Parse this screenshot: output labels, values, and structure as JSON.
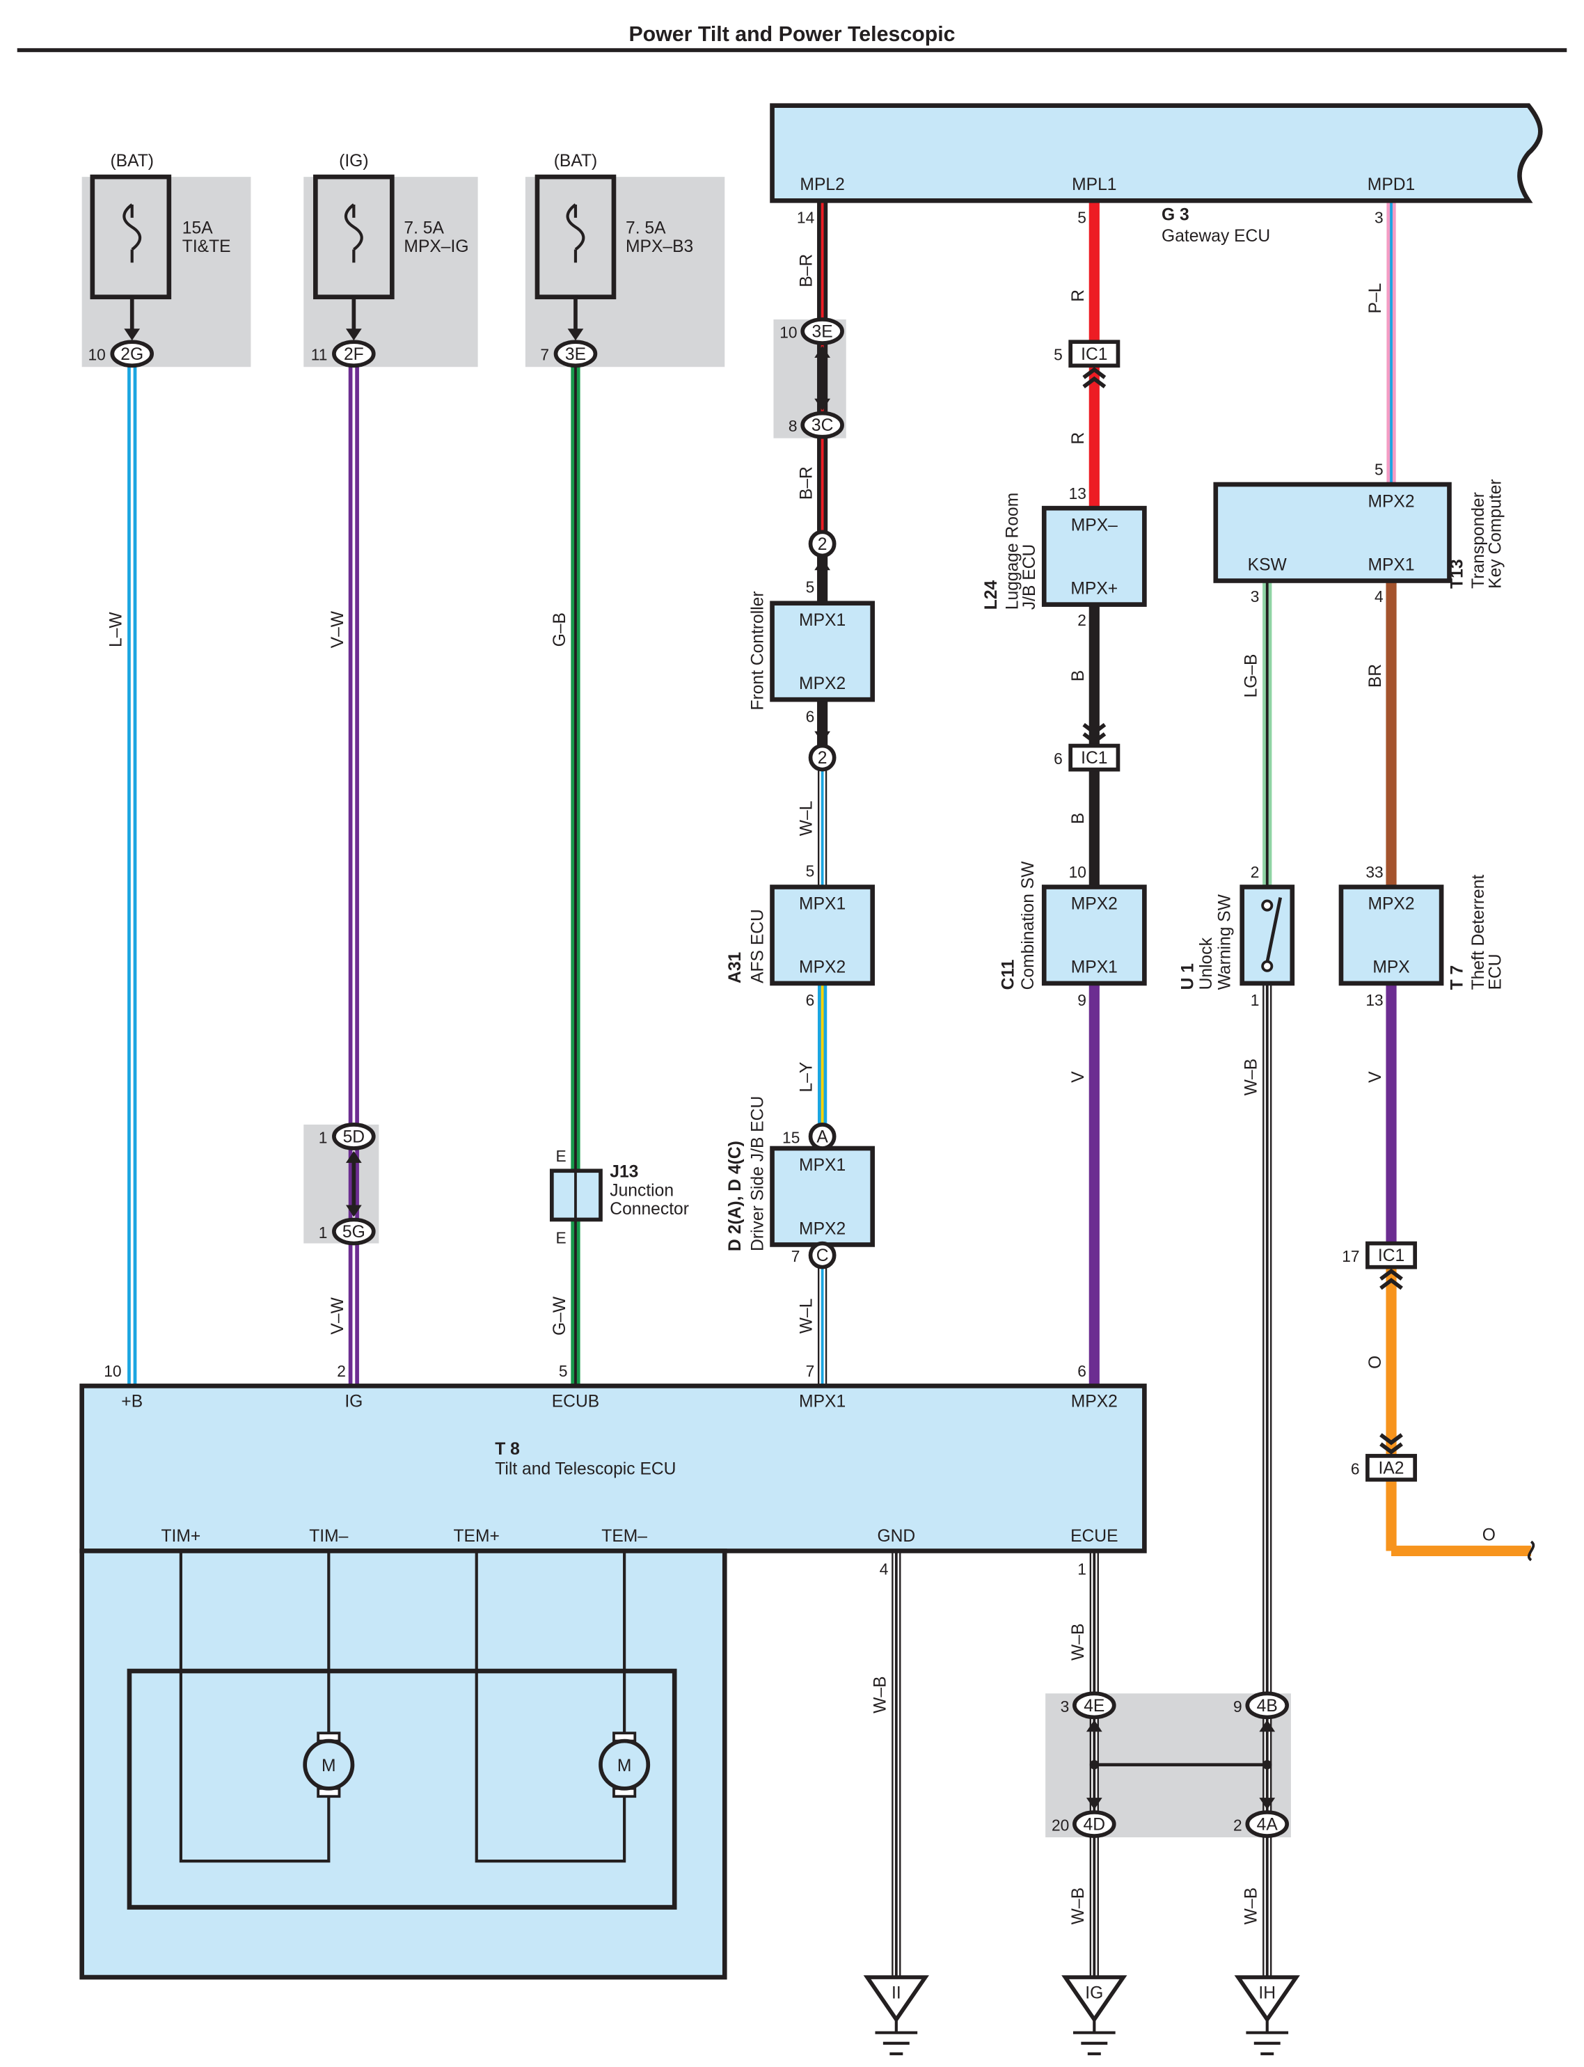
{
  "title": "Power Tilt and Power Telescopic",
  "colors": {
    "L": "#1ba6e1",
    "V": "#6c2d91",
    "G": "#17994b",
    "R": "#ed1c24",
    "B": "#231f20",
    "BR": "#a4532d",
    "O": "#f7941d",
    "P": "#f39cc4",
    "LG": "#8fd3a4",
    "Y": "#ffd400",
    "W": "#ffffff",
    "box": "#c7e7f8",
    "splice": "#d5d6d8"
  },
  "fuses": [
    {
      "source": "(BAT)",
      "rating": "15A",
      "name": "TI&TE",
      "connector": "2G",
      "pin": "10",
      "wire": "L–W"
    },
    {
      "source": "(IG)",
      "rating": "7. 5A",
      "name": "MPX–IG",
      "connector": "2F",
      "pin": "11",
      "wire": "V–W"
    },
    {
      "source": "(BAT)",
      "rating": "7. 5A",
      "name": "MPX–B3",
      "connector": "3E",
      "pin": "7",
      "wire": "G–B"
    }
  ],
  "ig_splice": {
    "top": "5D",
    "top_pin": "1",
    "bottom": "5G",
    "bottom_pin": "1",
    "wire_below": "V–W"
  },
  "j13": {
    "code": "J13",
    "name1": "Junction",
    "name2": "Connector",
    "pin_top": "E",
    "pin_bottom": "E",
    "wire_below": "G–W"
  },
  "gateway": {
    "code": "G 3",
    "name": "Gateway ECU",
    "terminals": [
      "MPL2",
      "MPL1",
      "MPD1"
    ],
    "pins": [
      "14",
      "5",
      "3"
    ]
  },
  "col_mpl2": {
    "wire1": "B–R",
    "splice_top": "3E",
    "splice_top_pin": "10",
    "splice_bottom": "3C",
    "splice_bottom_pin": "8",
    "wire2": "B–R",
    "fc_conn_top": "2",
    "fc_pin_top": "5",
    "fc_name": "Front Controller",
    "fc_t1": "MPX1",
    "fc_t2": "MPX2",
    "fc_pin_bottom": "6",
    "fc_conn_bottom": "2",
    "wire3": "W–L",
    "afs_pin_top": "5",
    "afs_code": "A31",
    "afs_name": "AFS ECU",
    "afs_t1": "MPX1",
    "afs_t2": "MPX2",
    "afs_pin_bottom": "6",
    "wire4": "L–Y",
    "d_conn_top": "A",
    "d_pin_top": "15",
    "d_code": "D 2(A), D 4(C)",
    "d_name": "Driver Side J/B ECU",
    "d_t1": "MPX1",
    "d_t2": "MPX2",
    "d_conn_bottom": "C",
    "d_pin_bottom": "7",
    "wire5": "W–L"
  },
  "col_mpl1": {
    "wire1": "R",
    "ic1a": "IC1",
    "ic1a_pin": "5",
    "wire2": "R",
    "l24_pin_top": "13",
    "l24_code": "L24",
    "l24_name1": "Luggage Room",
    "l24_name2": "J/B ECU",
    "l24_t1": "MPX–",
    "l24_t2": "MPX+",
    "l24_pin_bottom": "2",
    "wire3": "B",
    "ic1b": "IC1",
    "ic1b_pin": "6",
    "wire4": "B",
    "c11_pin_top": "10",
    "c11_code": "C11",
    "c11_name": "Combination SW",
    "c11_t1": "MPX2",
    "c11_t2": "MPX1",
    "c11_pin_bottom": "9",
    "wire5": "V"
  },
  "col_mpd1": {
    "wire1": "P–L",
    "t13_pin": "5",
    "t13_code": "T13",
    "t13_name1": "Transponder",
    "t13_name2": "Key Computer",
    "t13_t_mpx2": "MPX2",
    "t13_t_ksw": "KSW",
    "t13_t_mpx1": "MPX1",
    "ksw_pin": "3",
    "ksw_wire": "LG–B",
    "u1_pin_top": "2",
    "u1_code": "U 1",
    "u1_name1": "Unlock",
    "u1_name2": "Warning SW",
    "u1_pin_bottom": "1",
    "u1_wire": "W–B",
    "mpx1_pin": "4",
    "mpx1_wire": "BR",
    "t7_pin_top": "33",
    "t7_code": "T 7",
    "t7_name1": "Theft Deterrent",
    "t7_name2": "ECU",
    "t7_t1": "MPX2",
    "t7_t2": "MPX",
    "t7_pin_bottom": "13",
    "t7_wire": "V",
    "ic1": "IC1",
    "ic1_pin": "17",
    "o_wire": "O",
    "ia2": "IA2",
    "ia2_pin": "6",
    "o_wire2": "O"
  },
  "t8": {
    "code": "T 8",
    "name": "Tilt and Telescopic ECU",
    "top_terminals": [
      "+B",
      "IG",
      "ECUB",
      "MPX1",
      "MPX2"
    ],
    "top_pins": [
      "10",
      "2",
      "5",
      "7",
      "6"
    ],
    "bottom_terminals": [
      "TIM+",
      "TIM–",
      "TEM+",
      "TEM–",
      "GND",
      "ECUE"
    ],
    "gnd_pin": "4",
    "ecue_pin": "1",
    "motor_label": "M"
  },
  "ground_splice": {
    "c1": "4E",
    "c1_pin": "3",
    "c2": "4B",
    "c2_pin": "9",
    "c3": "4D",
    "c3_pin": "20",
    "c4": "4A",
    "c4_pin": "2",
    "wire_ecue": "W–B",
    "wire_gnd": "W–B",
    "wire_ig": "W–B",
    "wire_ih": "W–B"
  },
  "grounds": [
    "II",
    "IG",
    "IH"
  ]
}
